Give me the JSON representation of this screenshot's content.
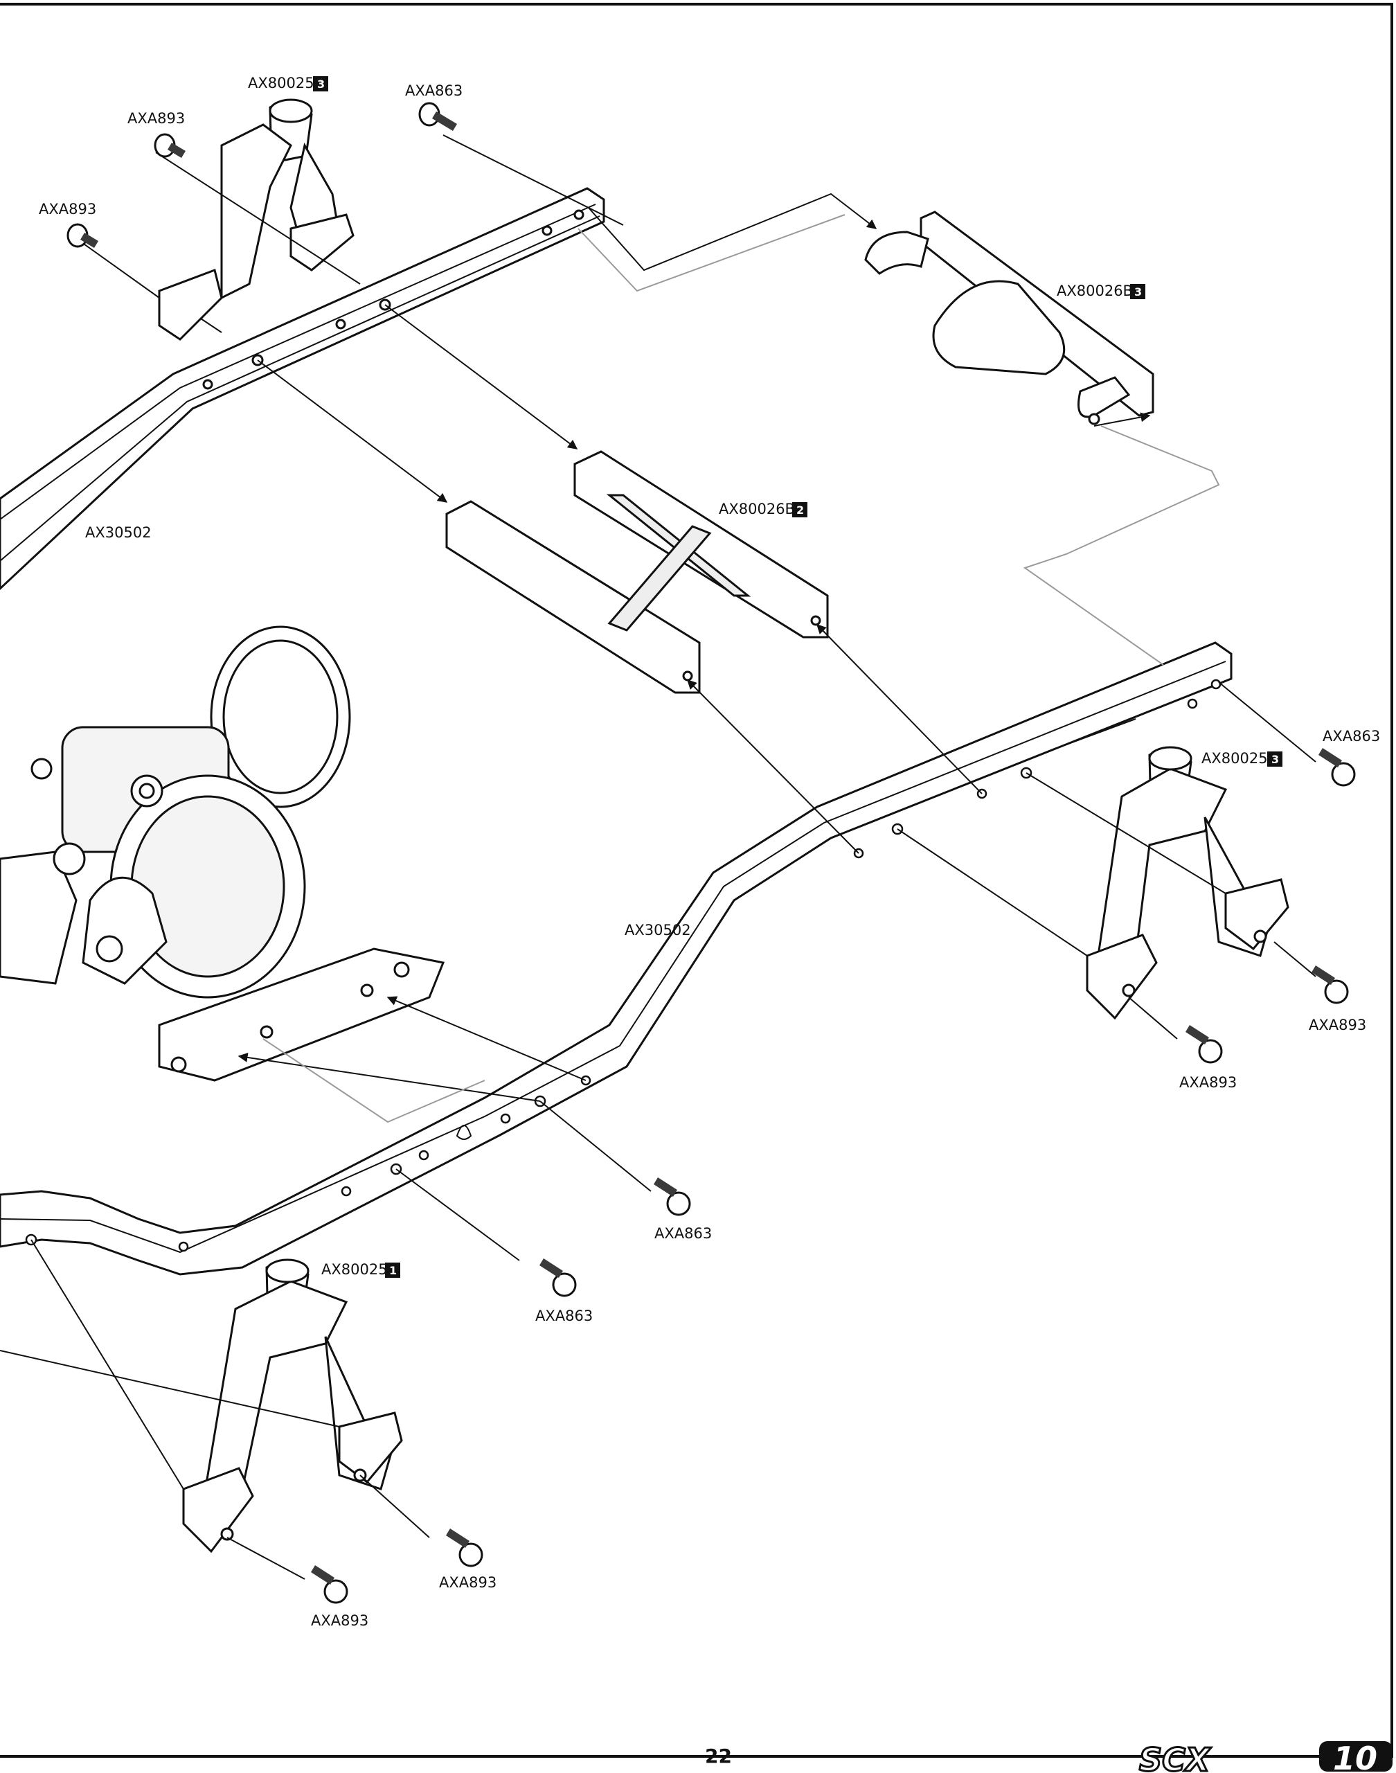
{
  "page": {
    "number": "22",
    "logo_word": "SCX",
    "logo_number": "10"
  },
  "labels": {
    "ax80025_top": {
      "part": "AX80025",
      "step": "3"
    },
    "axa863_top": {
      "part": "AXA863"
    },
    "axa893_top_a": {
      "part": "AXA893"
    },
    "axa893_top_b": {
      "part": "AXA893"
    },
    "ax80026b_right": {
      "part": "AX80026B",
      "step": "3"
    },
    "ax30502_left": {
      "part": "AX30502"
    },
    "ax80026b_center": {
      "part": "AX80026B",
      "step": "2"
    },
    "axa863_right": {
      "part": "AXA863"
    },
    "ax80025_right": {
      "part": "AX80025",
      "step": "3"
    },
    "ax30502_center": {
      "part": "AX30502"
    },
    "axa893_right_a": {
      "part": "AXA893"
    },
    "axa893_right_b": {
      "part": "AXA893"
    },
    "axa863_mid": {
      "part": "AXA863"
    },
    "ax80025_bottom": {
      "part": "AX80025",
      "step": "1"
    },
    "axa863_low": {
      "part": "AXA863"
    },
    "axa893_bottom_a": {
      "part": "AXA893"
    },
    "axa893_bottom_b": {
      "part": "AXA893"
    }
  },
  "colors": {
    "line": "#111111",
    "fill": "#ffffff",
    "shade": "#d9d9d9",
    "guide": "#9a9a9a",
    "bolt": "#3a3a3a"
  }
}
